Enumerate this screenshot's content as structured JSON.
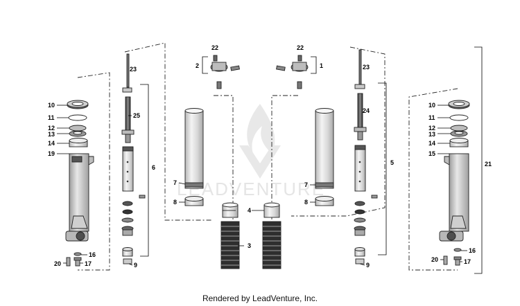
{
  "watermark": {
    "text": "LEADVENTURE"
  },
  "footer": {
    "credit": "Rendered by LeadVenture, Inc."
  },
  "callouts": {
    "c1": "1",
    "c2": "2",
    "c3": "3",
    "c4": "4",
    "c5": "5",
    "c6": "6",
    "c7": "7",
    "c8": "8",
    "c9": "9",
    "c10": "10",
    "c11": "11",
    "c12": "12",
    "c13": "13",
    "c14": "14",
    "c15": "15",
    "c16": "16",
    "c17": "17",
    "c19": "19",
    "c20": "20",
    "c21": "21",
    "c22": "22",
    "c23": "23",
    "c24": "24",
    "c25": "25"
  }
}
